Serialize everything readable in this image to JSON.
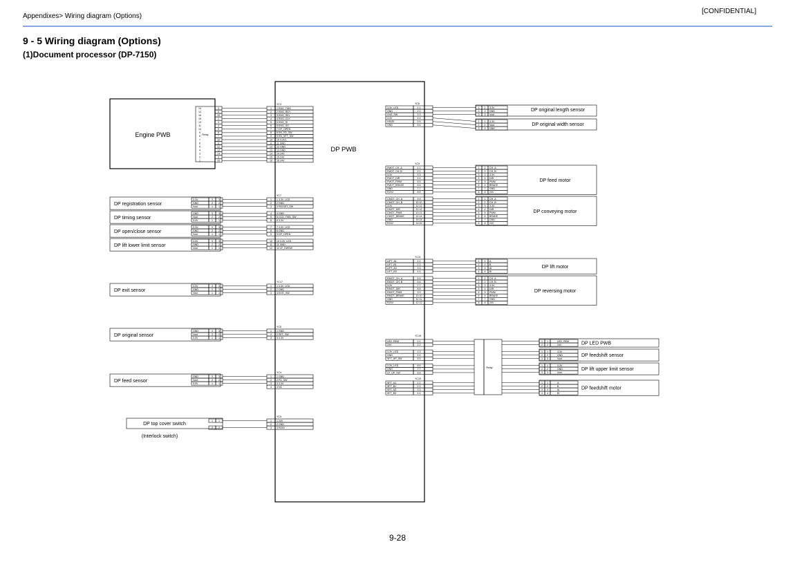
{
  "header": {
    "breadcrumb": "Appendixes> Wiring diagram (Options)",
    "confidential": "[CONFIDENTIAL]"
  },
  "title": "9 - 5 Wiring diagram (Options)",
  "subtitle": "(1)Document processor (DP-7150)",
  "page_number": "9-28",
  "boards": {
    "engine": "Engine PWB",
    "dp": "DP PWB",
    "relay": "Relay"
  },
  "connectors": {
    "yc3": {
      "name": "YC3",
      "signals": [
        "ENG_TMG",
        "ENG_RDY",
        "ENG_SEL",
        "ENG_CLK",
        "ENG_SI",
        "ENG_SO",
        "DP_OPEN",
        "EN_FD_SW",
        "EN_SFT_SW",
        "3.3V1",
        "GND",
        "GND",
        "GND",
        "24V",
        "24V",
        "24V"
      ],
      "engine_pins": [
        "14",
        "12",
        "16",
        "15",
        "13",
        "11",
        "10",
        "9",
        "8",
        "7",
        "6",
        "5",
        "4",
        "3",
        "2",
        "1"
      ],
      "relay_pins": [
        "3",
        "5",
        "15",
        "1",
        "2",
        "4",
        "6",
        "8",
        "7",
        "10",
        "11",
        "12",
        "13",
        "14",
        "9",
        "16"
      ]
    },
    "yc7": {
      "name": "YC7",
      "groups": [
        {
          "label": "DP registration sensor",
          "wires": [
            "3.3V",
            "GND",
            "Vout"
          ],
          "signals": [
            "3.3V_LED",
            "GND",
            "REGIST_SW"
          ]
        },
        {
          "label": "DP timing sensor",
          "wires": [
            "GND",
            "Vout",
            "3.3V"
          ],
          "signals": [
            "GND",
            "CCD_TMG_SW",
            "3.3V"
          ]
        },
        {
          "label": "DP open/close sensor",
          "wires": [
            "3.3V",
            "GND",
            "Vout"
          ],
          "signals": [
            "3.3V_LED",
            "GND",
            "DP_OPEN"
          ]
        },
        {
          "label": "DP lift lower limit sensor",
          "wires": [
            "3.3V",
            "GND",
            "Vout"
          ],
          "signals": [
            "3.3V_LED",
            "GND",
            "LF_DWSW"
          ]
        }
      ]
    },
    "yc17": {
      "name": "YC17",
      "label": "DP exit sensor",
      "wires": [
        "3.3V",
        "GND",
        "Vout"
      ],
      "signals": [
        "3.3V_LED",
        "GND",
        "EXIT_SW"
      ]
    },
    "yc8": {
      "name": "YC8",
      "label": "DP original sensor",
      "wires": [
        "GND",
        "Vout",
        "3.3V"
      ],
      "signals": [
        "GND",
        "SET_SW",
        "3.3V"
      ]
    },
    "yc4": {
      "name": "YC4",
      "label": "DP feed sensor",
      "wires": [
        "GND",
        "Vout",
        "3.3V"
      ],
      "signals": [
        "GND",
        "FD_SW",
        "3.3V",
        "NC"
      ]
    },
    "yc5": {
      "name": "YC5",
      "label": "DP top cover switch",
      "note": "(Interlock switch)",
      "signals": [
        "24V",
        "GND",
        "R24V"
      ]
    },
    "yc6": {
      "name": "YC6",
      "signals": [
        "3.3V_LED",
        "GND",
        "LNG_SW",
        "3.3V",
        "HSIZE",
        "GND"
      ],
      "length_sensor": "DP original length sensor",
      "width_sensor": "DP original width sensor",
      "device_wires": [
        "3.3V",
        "GND",
        "Vout",
        "3.3V",
        "Vout",
        "GND"
      ]
    },
    "yc9": {
      "name": "YC9",
      "feed_signals": [
        "FMOT_CH_A",
        "FMOT_CH_B",
        "3.3V",
        "FMOT_DIR",
        "FMOT_PWM",
        "FMOT_BRAKE",
        "GND",
        "R24V"
      ],
      "feed_motor": "DP feed motor",
      "feed_wires": [
        "CH_A",
        "CH_B",
        "3.3V",
        "DIR",
        "PWM",
        "BRAKE",
        "GND",
        "24V"
      ],
      "conv_signals": [
        "CMOT_CH_A",
        "CMOT_CH_B",
        "3.3V",
        "CMOT_DIR",
        "CMOT_PWM",
        "CMOT_BRAKE",
        "GND",
        "R24V"
      ],
      "conv_motor": "DP conveying motor",
      "conv_wires": [
        "CH_A",
        "CH_B",
        "3.3V",
        "DIR",
        "PWM",
        "BRAKE",
        "GND",
        "24V"
      ]
    },
    "yc11": {
      "name": "YC11",
      "lift_signals": [
        "LIFT_A1",
        "LIFT_B1",
        "LIFT_A3",
        "LIFT_B3"
      ],
      "lift_motor": "DP lift motor",
      "lift_wires": [
        "A",
        "B",
        "A/",
        "B/"
      ],
      "rev_signals": [
        "RMOT_CH_A",
        "RMOT_CH_B",
        "3.3V",
        "RMOT_DIR",
        "RMOT_PWM",
        "RMOT_BRAKE",
        "GND",
        "R24V"
      ],
      "rev_motor": "DP reversing motor",
      "rev_wires": [
        "CH_A",
        "CH_B",
        "3.3V",
        "DIR",
        "PWM",
        "BRAKE",
        "GND",
        "24V"
      ]
    },
    "yc16": {
      "name": "YC16",
      "signals": [
        "LED_REM",
        "24V",
        "3.3V_LED",
        "GND",
        "SFT_HP_SW",
        "3.3V_LED",
        "GND",
        "LF_UP_SW"
      ],
      "led_pwb": "DP LED PWB",
      "led_wires": [
        "LED_REM",
        "24V"
      ],
      "feedshift_sensor": "DP feedshift sensor",
      "feedshift_wires": [
        "3.3V",
        "GND",
        "Vout"
      ],
      "upper_limit": "DP lift upper limit sensor",
      "upper_wires": [
        "3.3V",
        "GND",
        "Vout"
      ]
    },
    "yc10": {
      "name": "YC10",
      "signals": [
        "SFT_A1",
        "SFT_B1",
        "SFT_A3",
        "SFT_B3"
      ],
      "feedshift_motor": "DP feedshift motor",
      "wires": [
        "A",
        "B",
        "A/",
        "B/"
      ]
    }
  }
}
